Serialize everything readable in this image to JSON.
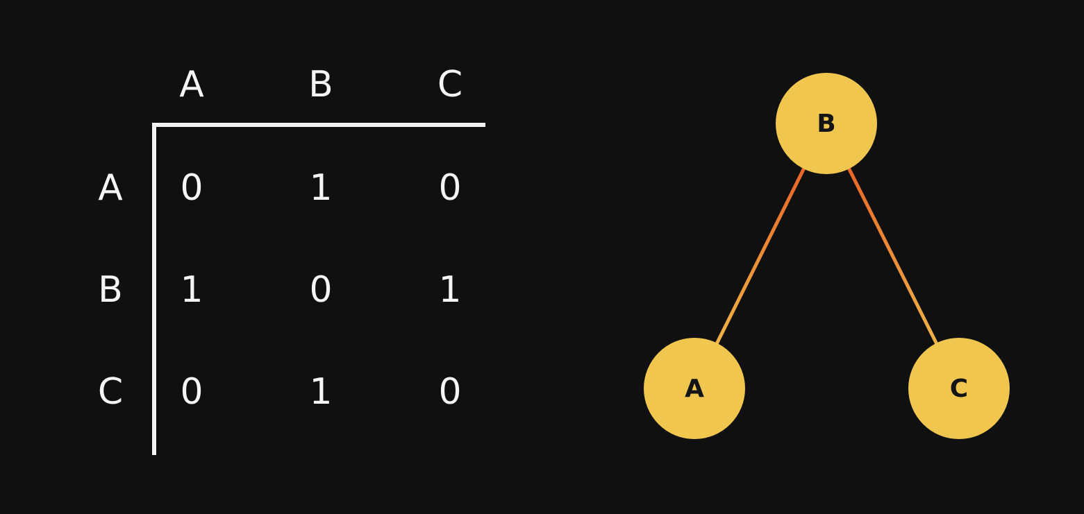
{
  "matrix": {
    "column_headers": [
      "A",
      "B",
      "C"
    ],
    "rows": [
      {
        "label": "A",
        "values": [
          "0",
          "1",
          "0"
        ]
      },
      {
        "label": "B",
        "values": [
          "1",
          "0",
          "1"
        ]
      },
      {
        "label": "C",
        "values": [
          "0",
          "1",
          "0"
        ]
      }
    ]
  },
  "graph": {
    "nodes": [
      {
        "id": "B",
        "label": "B"
      },
      {
        "id": "A",
        "label": "A"
      },
      {
        "id": "C",
        "label": "C"
      }
    ],
    "edges": [
      {
        "from": "B",
        "to": "A"
      },
      {
        "from": "B",
        "to": "C"
      }
    ],
    "colors": {
      "node_fill": "#f0c64e",
      "edge_start": "#e8531f",
      "edge_end": "#f0c64e",
      "background": "#101010"
    }
  }
}
